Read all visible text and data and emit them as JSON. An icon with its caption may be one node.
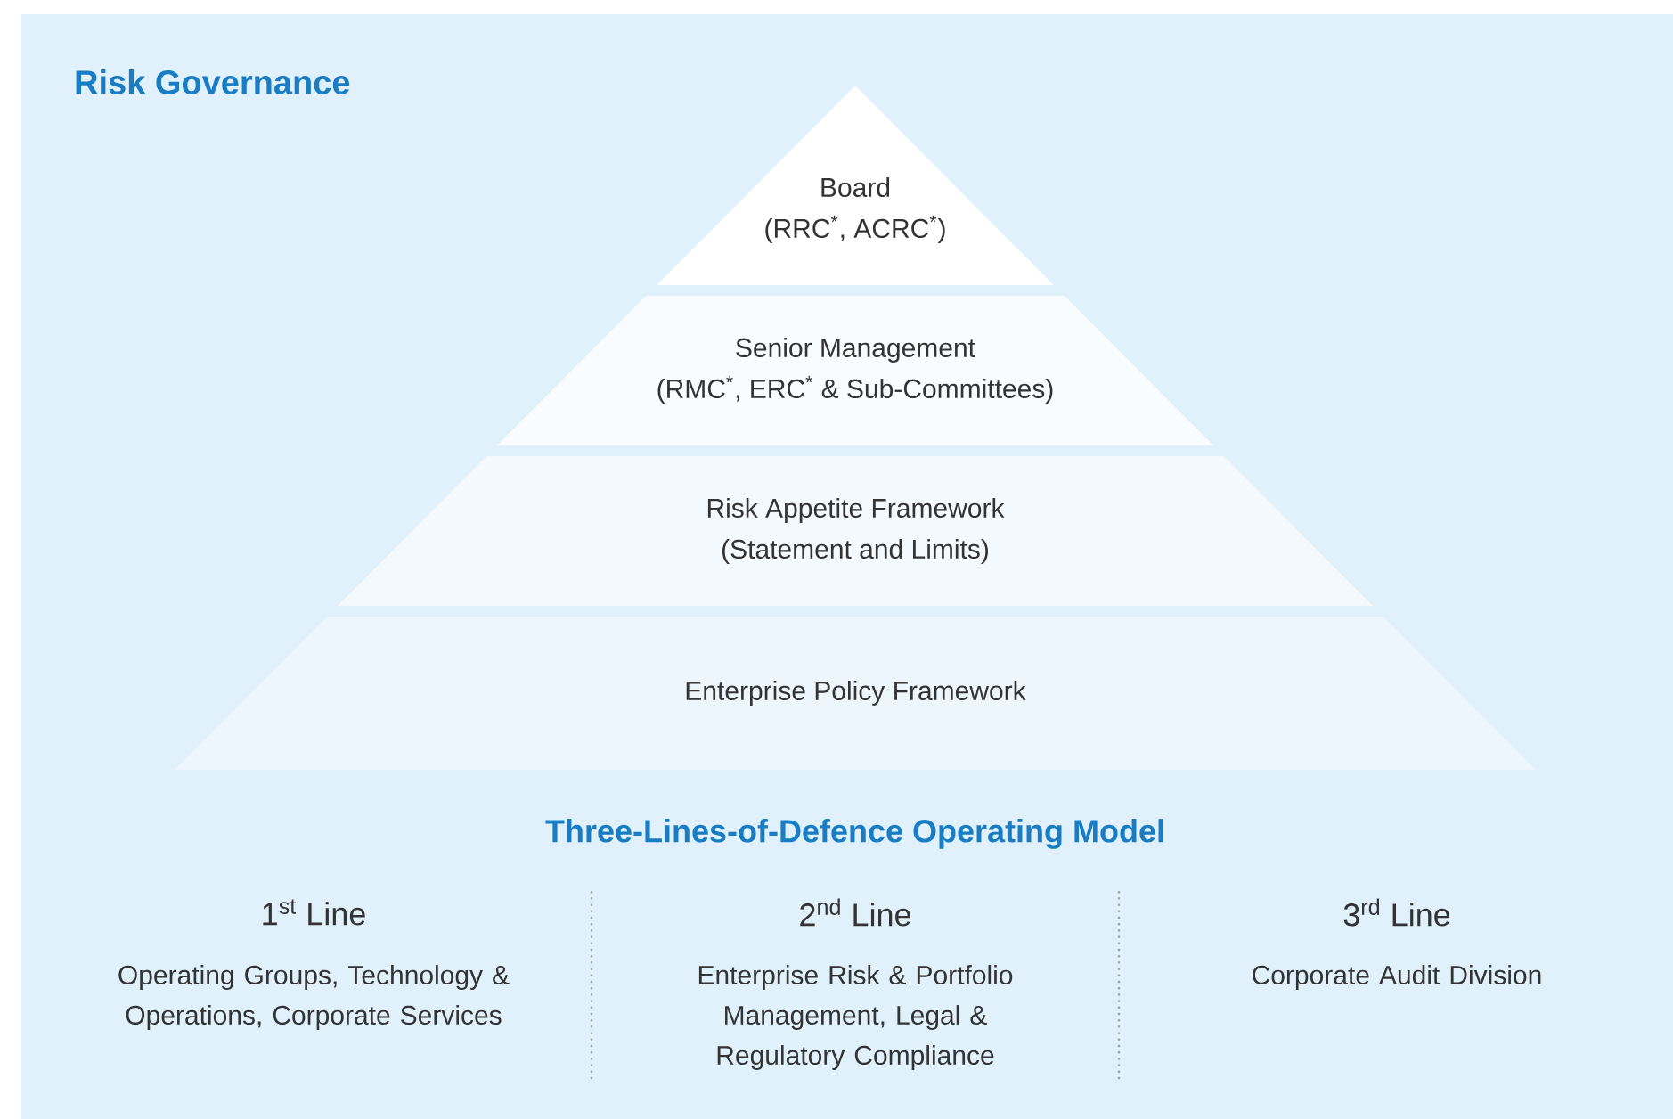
{
  "diagram": {
    "title": "Risk Governance",
    "nodes": [
      {
        "text": [
          "Board",
          "(RRC$^{*}$, ACRC$^{*}$)"
        ]
      },
      {
        "text": [
          "Senior Management",
          "(RMC$^{*}$, ERC$^{*}$ & Sub-Committees)"
        ]
      },
      {
        "text": [
          "Risk Appetite Framework",
          "(Statement and Limits)"
        ]
      },
      {
        "text": [
          "Enterprise Policy Framework"
        ]
      }
    ],
    "labels": [
      "Three-Lines-of-Defence Operating Model",
      "1$^{st}$ Line",
      "2$^{nd}$ Line",
      "3$^{rd}$ Line",
      "Operating Groups, Technology & Operations, Corporate Services",
      "Enterprise Risk & Portfolio Management, Legal & Regulatory Compliance",
      "Corporate Audit Division"
    ]
  }
}
